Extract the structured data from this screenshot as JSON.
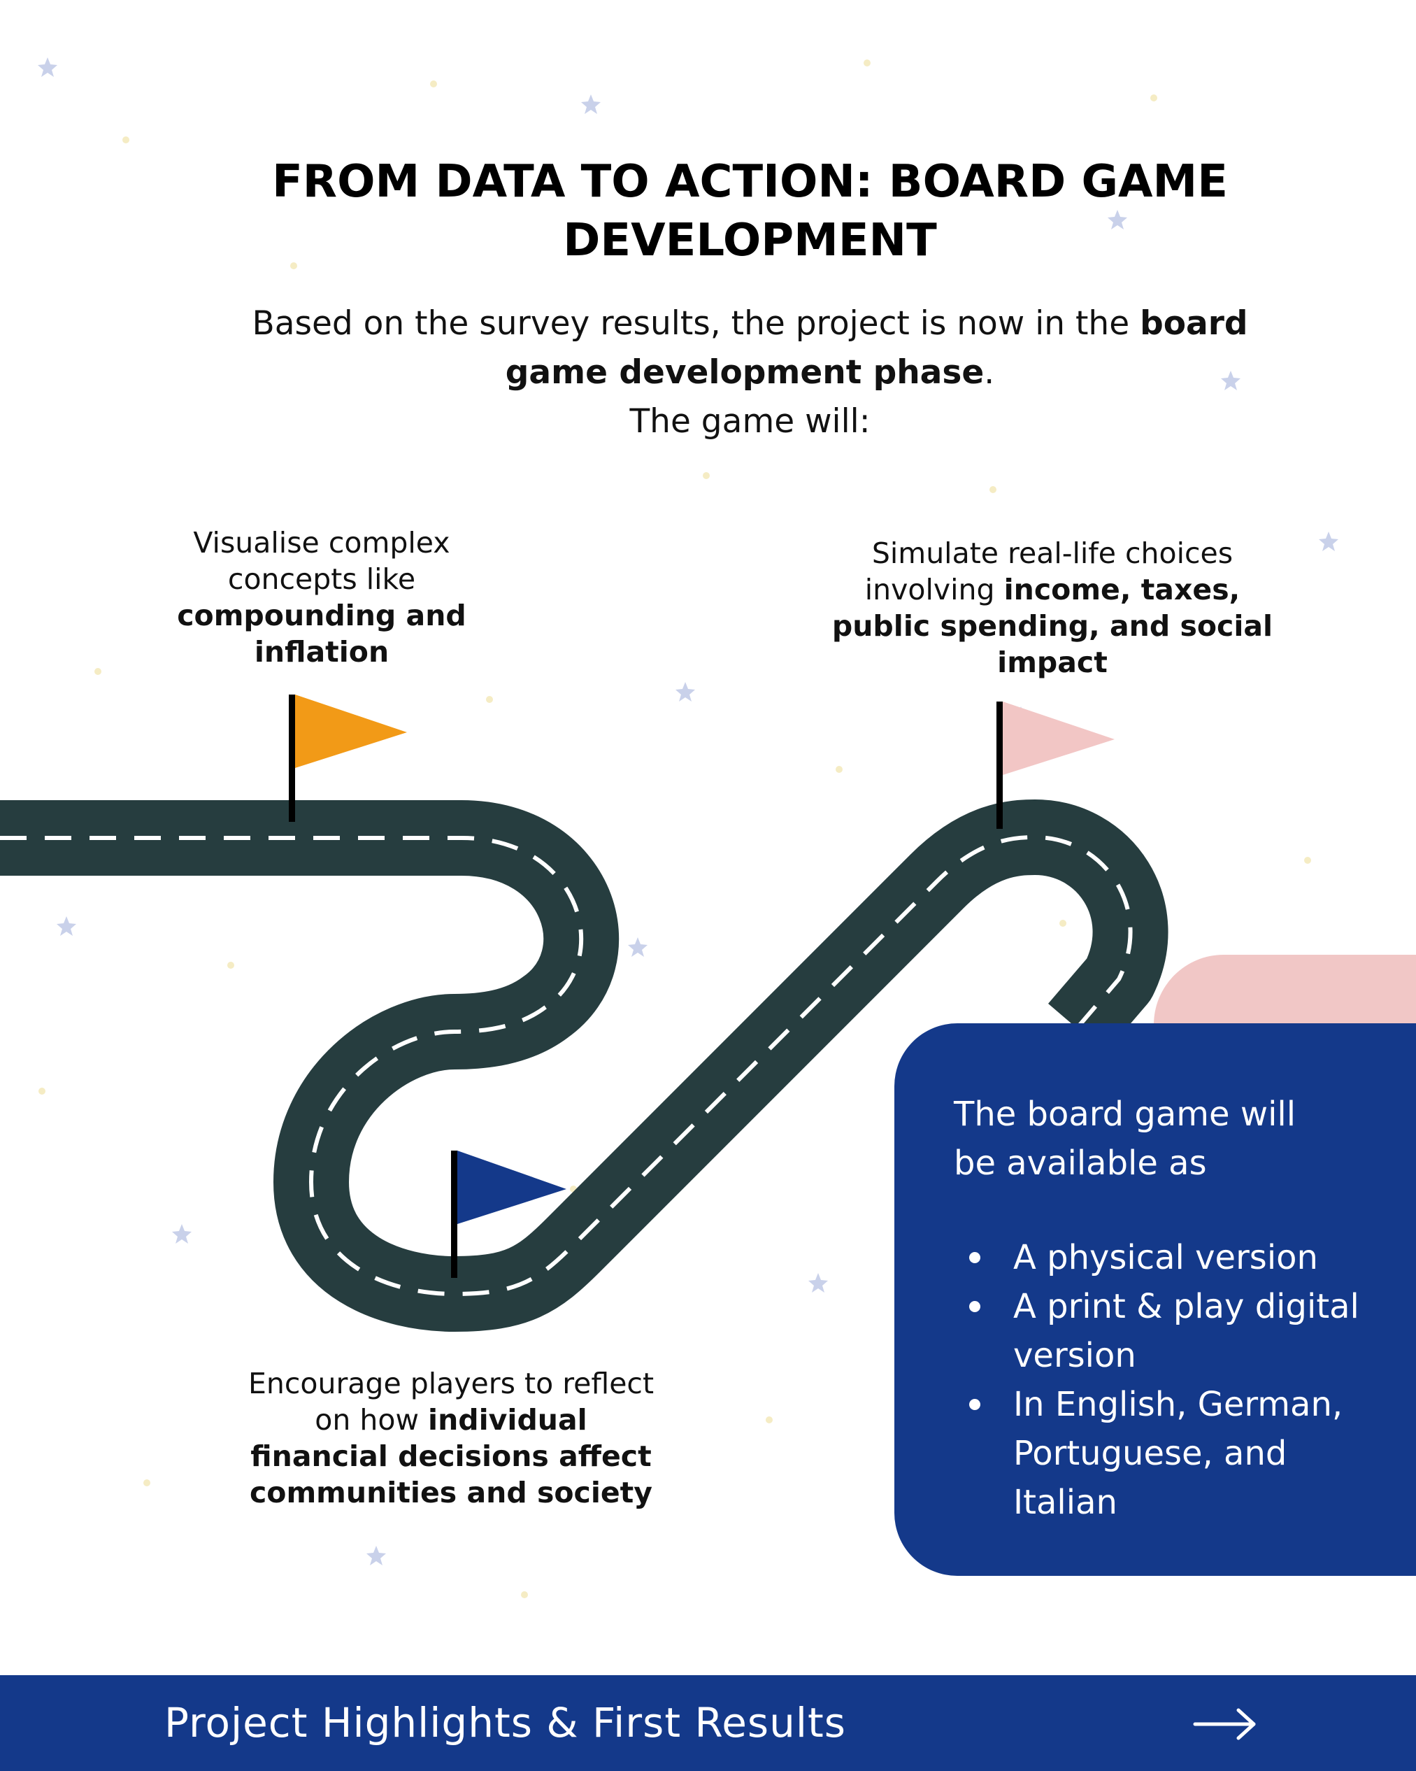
{
  "title": "FROM DATA TO ACTION: BOARD GAME DEVELOPMENT",
  "intro": {
    "line1_plain": "Based on the survey results, the project is now in the ",
    "line1_bold": "board game development phase",
    "line1_end": ".",
    "line2": "The game will:"
  },
  "milestones": [
    {
      "plain": "Visualise complex concepts like ",
      "bold": "compounding and inflation",
      "flag_color": "#f29a17"
    },
    {
      "plain": "Simulate real-life choices involving ",
      "bold": "income, taxes, public spending, and social impact",
      "flag_color": "#f2c6c5"
    },
    {
      "plain": "Encourage players to reflect on how ",
      "bold": "individual financial decisions affect communities and society",
      "flag_color": "#14398a"
    }
  ],
  "availability": {
    "intro": "The board game will be available as",
    "items": [
      "A physical version",
      "A print & play digital version",
      "In English, German, Portuguese, and Italian"
    ]
  },
  "footer": {
    "label": "Project Highlights & First Results",
    "arrow_icon": "arrow-right-icon"
  },
  "colors": {
    "road": "#263d3f",
    "navy": "#14398a",
    "orange": "#f29a17",
    "pink": "#f1c7c6"
  }
}
